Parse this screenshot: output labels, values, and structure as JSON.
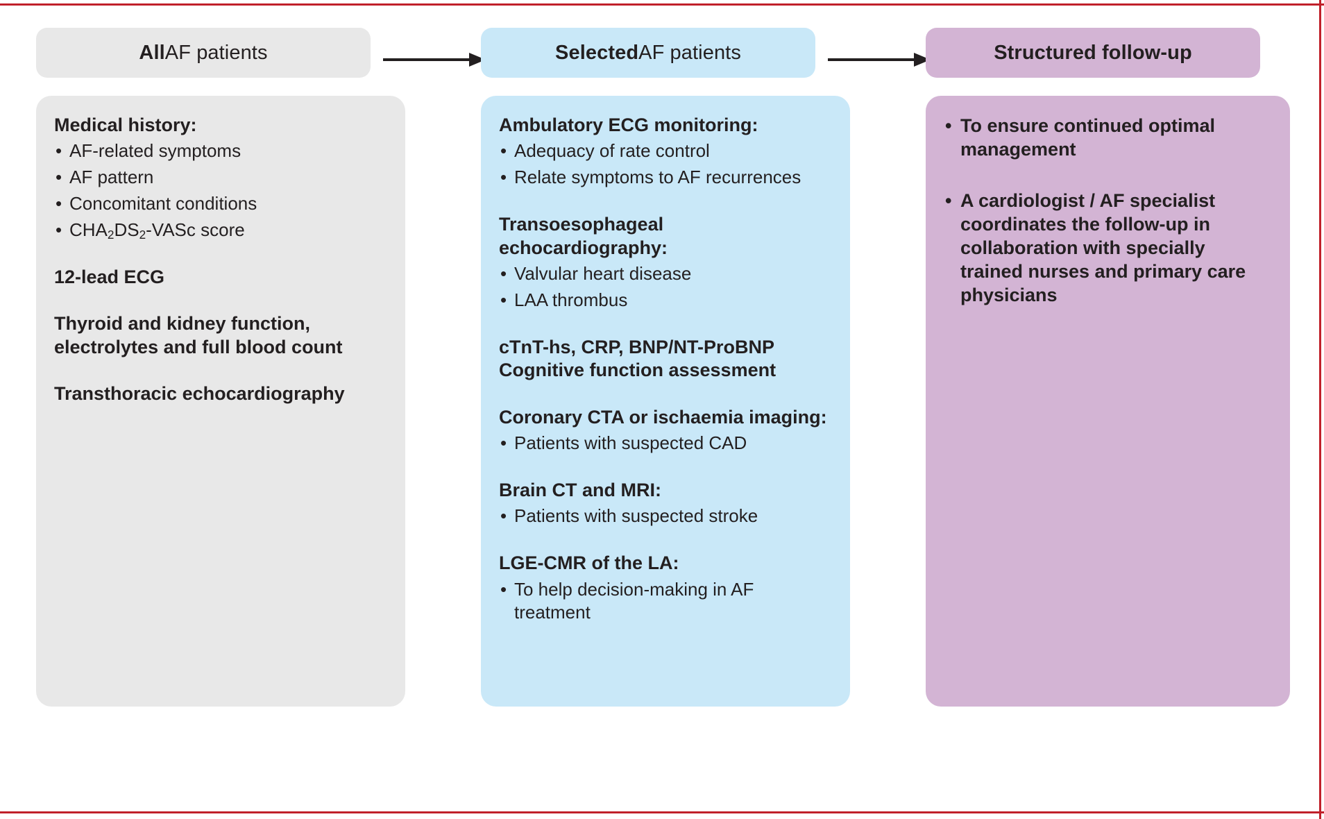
{
  "frame": {
    "rule_color": "#c0202a"
  },
  "colors": {
    "column_1": "#e8e8e8",
    "column_2": "#c9e8f8",
    "column_3": "#d3b4d4",
    "text": "#231f20",
    "arrow": "#231f20"
  },
  "columns": [
    {
      "id": "all-af-patients",
      "header": {
        "bold_prefix": "All",
        "rest": " AF patients"
      },
      "blocks": [
        {
          "heading": "Medical history:",
          "bullets": [
            "AF-related symptoms",
            "AF pattern",
            "Concomitant conditions",
            "CHA2DS2-VASc score"
          ]
        },
        {
          "heading": "12-lead ECG",
          "bullets": []
        },
        {
          "heading": "Thyroid and kidney function, electrolytes and full blood count",
          "bullets": []
        },
        {
          "heading": "Transthoracic echocardiography",
          "bullets": []
        }
      ]
    },
    {
      "id": "selected-af-patients",
      "header": {
        "bold_prefix": "Selected",
        "rest": " AF patients"
      },
      "blocks": [
        {
          "heading": "Ambulatory ECG monitoring:",
          "bullets": [
            "Adequacy of rate control",
            "Relate symptoms to AF recurrences"
          ]
        },
        {
          "heading": "Transoesophageal echocardiography:",
          "bullets": [
            "Valvular heart disease",
            "LAA thrombus"
          ]
        },
        {
          "heading": "cTnT-hs, CRP, BNP/NT-ProBNP Cognitive function assessment",
          "bullets": []
        },
        {
          "heading": "Coronary CTA or ischaemia imaging:",
          "bullets": [
            "Patients with suspected CAD"
          ]
        },
        {
          "heading": "Brain CT and MRI:",
          "bullets": [
            "Patients with suspected stroke"
          ]
        },
        {
          "heading": "LGE-CMR of the LA:",
          "bullets": [
            "To help decision-making in AF treatment"
          ]
        }
      ]
    },
    {
      "id": "structured-follow-up",
      "header": {
        "bold_prefix": "Structured follow-up",
        "rest": ""
      },
      "bullets": [
        "To ensure continued optimal management",
        "A cardiologist / AF specialist coordinates the follow-up in collaboration with specially trained nurses and primary care physicians"
      ]
    }
  ]
}
